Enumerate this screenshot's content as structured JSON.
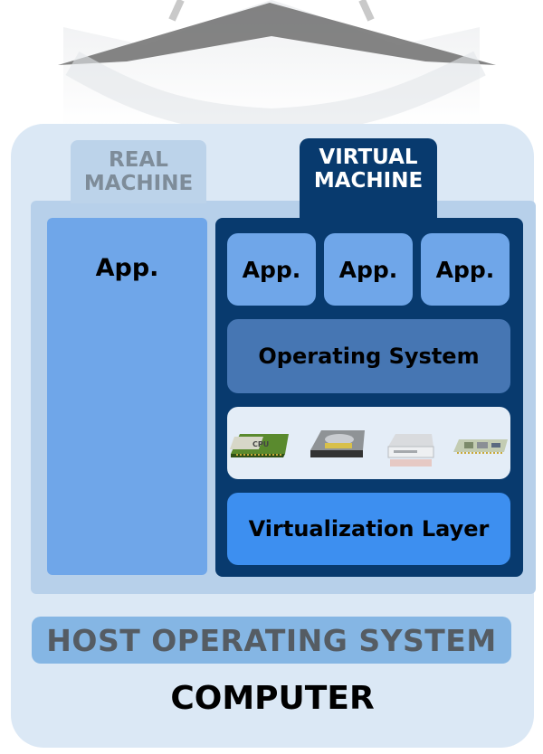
{
  "tabs": {
    "real": "REAL MACHINE",
    "virtual": "VIRTUAL MACHINE"
  },
  "real_machine": {
    "app": "App."
  },
  "virtual_machine": {
    "apps": [
      "App.",
      "App.",
      "App."
    ],
    "operating_system": "Operating System",
    "hardware": [
      {
        "icon": "cpu-icon",
        "label": "CPU"
      },
      {
        "icon": "hard-drive-icon",
        "label": ""
      },
      {
        "icon": "disk-drive-icon",
        "label": ""
      },
      {
        "icon": "expansion-card-icon",
        "label": ""
      }
    ],
    "virtualization_layer": "Virtualization Layer"
  },
  "host_os": "HOST OPERATING SYSTEM",
  "computer": "COMPUTER",
  "colors": {
    "outer_box": "#dbe8f5",
    "inner_panel": "#b7d0ea",
    "vm_frame": "#083a6e",
    "app_blue": "#6fa6e9",
    "os_blue": "#4676b3",
    "virt_layer": "#3d8ff0",
    "host_os": "#85b6e4"
  }
}
